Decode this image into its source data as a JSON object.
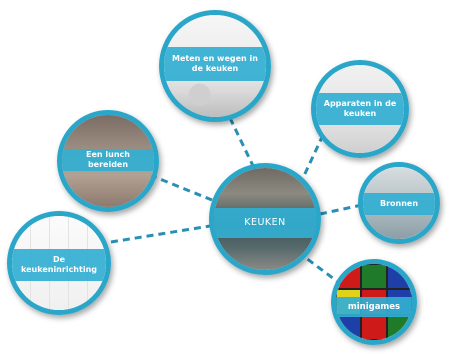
{
  "center": {
    "label": "KEUKEN"
  },
  "nodes": [
    {
      "id": "meten",
      "label_line1": "Meten en wegen in",
      "label_line2": "de keuken"
    },
    {
      "id": "apparaten",
      "label_line1": "Apparaten in de",
      "label_line2": "keuken"
    },
    {
      "id": "bronnen",
      "label_line1": "Bronnen"
    },
    {
      "id": "minigames",
      "label_line1": "minigames"
    },
    {
      "id": "lunch",
      "label_line1": "Een lunch bereiden"
    },
    {
      "id": "inrichting",
      "label_line1": "De",
      "label_line2": "keukeninrichting"
    }
  ],
  "colors": {
    "connector": "#2a8fb5",
    "ring": "#2aa6c9",
    "band": "#32afd2",
    "minigame_tiles": [
      "#cf1a1a",
      "#1f7a2a",
      "#1f3fa8",
      "#e0d21a",
      "#cf1a1a",
      "#1f3fa8",
      "#1f3fa8",
      "#cf1a1a",
      "#1f7a2a"
    ]
  }
}
